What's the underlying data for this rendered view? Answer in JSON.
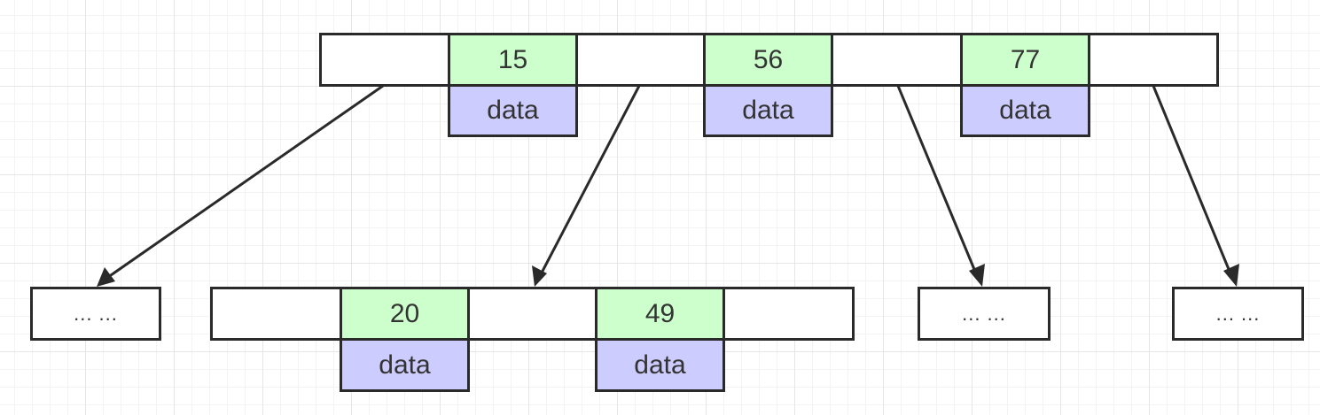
{
  "root": {
    "keys": [
      {
        "key": "15",
        "data": "data"
      },
      {
        "key": "56",
        "data": "data"
      },
      {
        "key": "77",
        "data": "data"
      }
    ]
  },
  "children": {
    "child1": {
      "text": "... ..."
    },
    "child2": {
      "keys": [
        {
          "key": "20",
          "data": "data"
        },
        {
          "key": "49",
          "data": "data"
        }
      ]
    },
    "child3": {
      "text": "... ..."
    },
    "child4": {
      "text": "... ..."
    }
  },
  "colors": {
    "key_fill": "#ccffcc",
    "data_fill": "#ccccff",
    "border": "#2a2a2a",
    "arrow": "#2a2a2a"
  }
}
